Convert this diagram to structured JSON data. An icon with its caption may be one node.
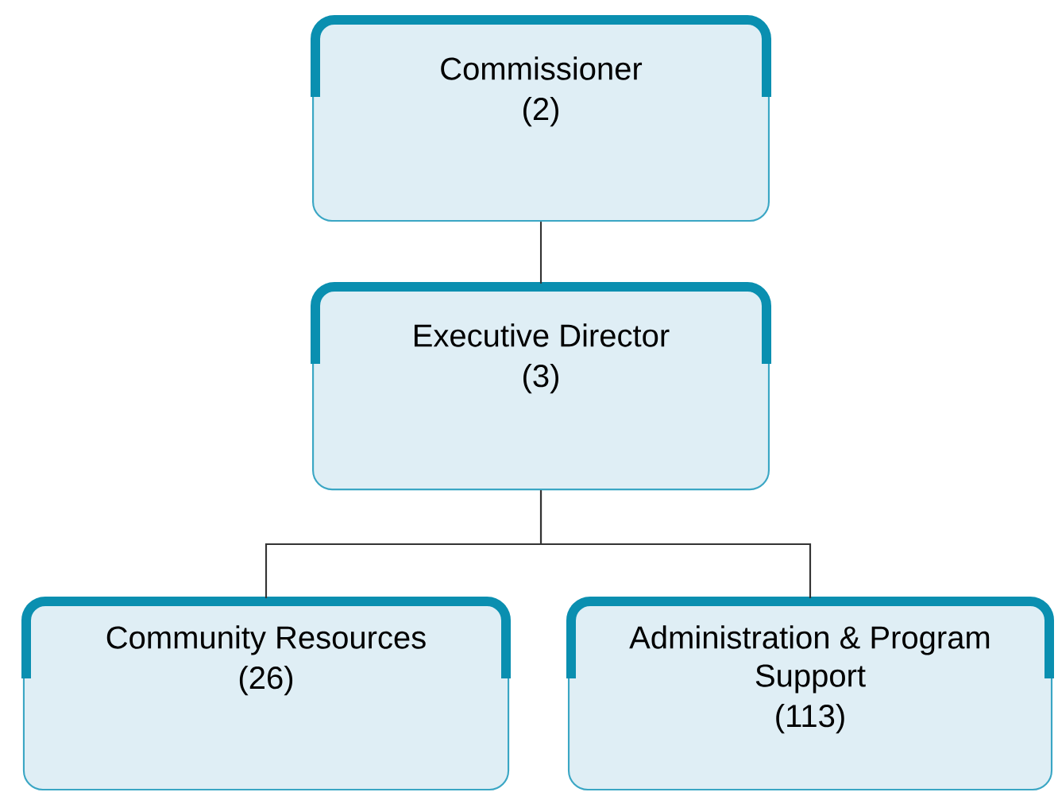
{
  "diagram": {
    "nodes": [
      {
        "text": [
          "Commissioner",
          "(2)"
        ]
      },
      {
        "text": [
          "Executive Director",
          "(3)"
        ]
      },
      {
        "text": [
          "Community Resources",
          "(26)"
        ]
      },
      {
        "text": [
          "Administration & Program Support",
          "(113)"
        ]
      }
    ],
    "edges": [
      {
        "from": 0,
        "to": 1,
        "arrow": "none"
      },
      {
        "from": 1,
        "to": 2,
        "arrow": "none"
      },
      {
        "from": 1,
        "to": 3,
        "arrow": "none"
      }
    ]
  }
}
